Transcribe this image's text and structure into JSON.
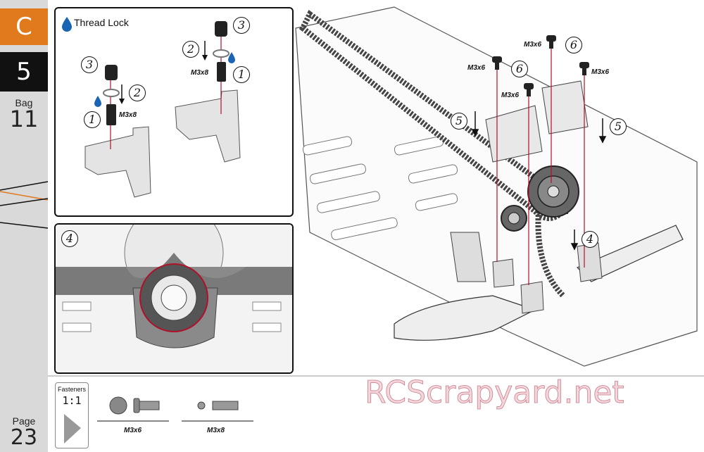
{
  "sidebar": {
    "section": "C",
    "step": "5",
    "bag_label": "Bag",
    "bag_number": "11",
    "page_label": "Page",
    "page_number": "23",
    "section_color": "#e07a1c"
  },
  "panel_a": {
    "title": "Thread Lock",
    "icon": "droplet-icon",
    "left_callouts": [
      "3",
      "2",
      "1"
    ],
    "right_callouts": [
      "3",
      "2",
      "1"
    ],
    "left_screw": "M3x8",
    "right_screw": "M3x8"
  },
  "panel_b": {
    "callout": "4"
  },
  "main_diagram": {
    "callouts": [
      "6",
      "6",
      "5",
      "5",
      "4"
    ],
    "screw_labels": [
      "M3x6",
      "M3x6",
      "M3x6",
      "M3x6"
    ]
  },
  "fasteners": {
    "title": "Fasteners",
    "scale": "1:1",
    "items": [
      {
        "label": "M3x6"
      },
      {
        "label": "M3x8"
      }
    ]
  },
  "watermark": "RCScrapyard.net"
}
